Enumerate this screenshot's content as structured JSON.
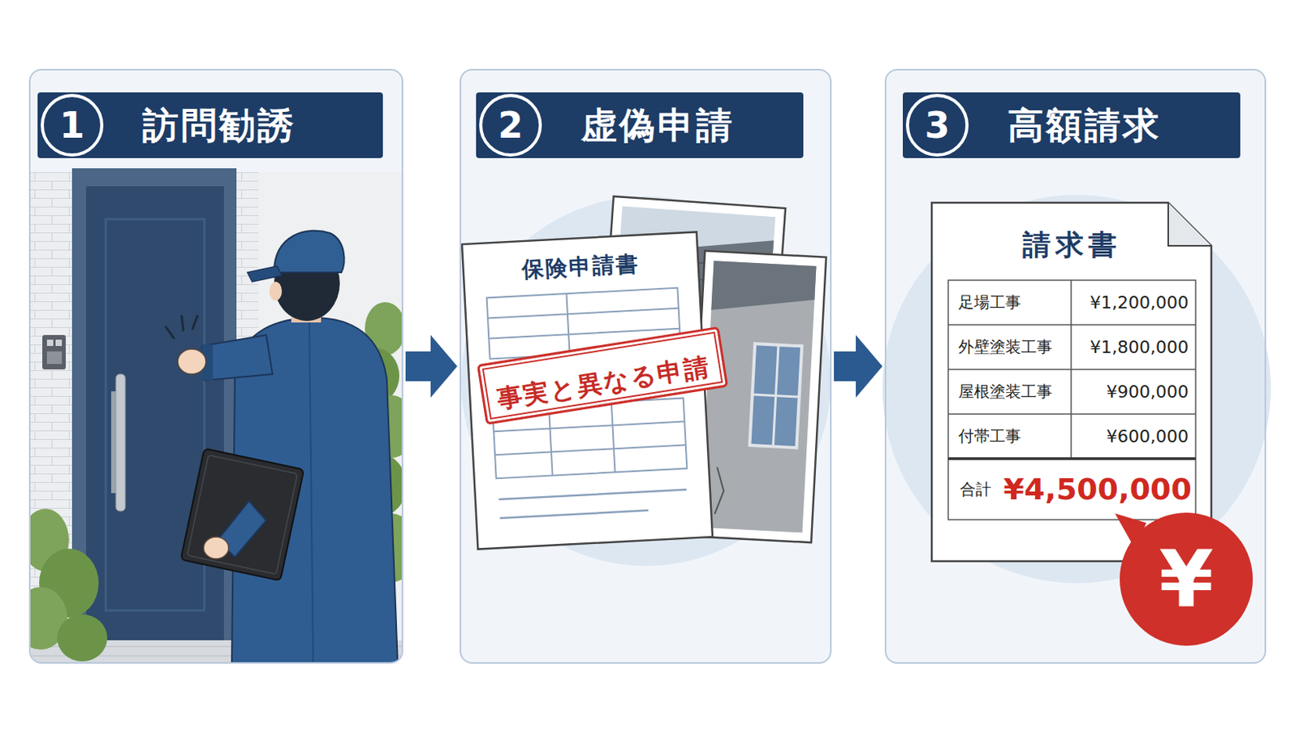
{
  "diagram": {
    "nodes": [
      {
        "text": [
          "1",
          "訪問勧誘"
        ]
      },
      {
        "text": [
          "2",
          "虚偽申請"
        ]
      },
      {
        "text": [
          "保険申請書"
        ],
        "in": 1
      },
      {
        "text": [
          "事実と異なる申請"
        ],
        "in": 2
      },
      {
        "text": [
          "3",
          "高額請求"
        ]
      },
      {
        "text": [
          "請求書"
        ],
        "in": 4
      },
      {
        "text": [
          "¥"
        ],
        "in": 4
      }
    ],
    "edges": [
      {
        "from": 0,
        "to": 1,
        "arrow": "to"
      },
      {
        "from": 1,
        "to": 4,
        "arrow": "to"
      }
    ],
    "labels": [
      "足場工事",
      "¥1,200,000",
      "外壁塗装工事",
      "¥1,800,000",
      "屋根塗装工事",
      "¥900,000",
      "付帯工事",
      "¥600,000",
      "合計",
      "¥4,500,000"
    ]
  }
}
